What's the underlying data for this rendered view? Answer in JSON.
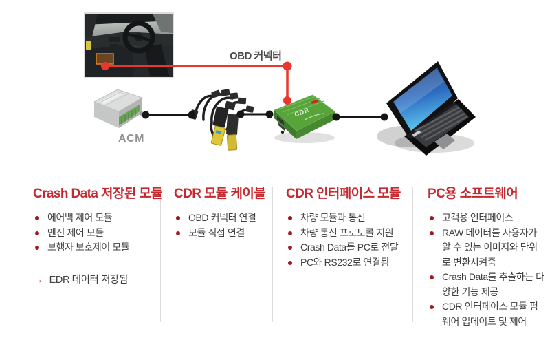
{
  "diagram": {
    "obd_label": "OBD 커넥터",
    "acm_label": "ACM",
    "module_logo": "CDR",
    "colors": {
      "accent_red": "#e8372c",
      "heading_red": "#c5282e",
      "bullet_red": "#a6171c",
      "connector_black": "#161616",
      "module_green": "#57a43a",
      "body_text": "#3f3f3f"
    }
  },
  "columns": [
    {
      "title": "Crash Data 저장된 모듈",
      "items": [
        "에어백 제어 모듈",
        "엔진 제어 모듈",
        "보행자 보호제어 모듈"
      ],
      "note_arrow": "→",
      "note": "EDR 데이터 저장됨"
    },
    {
      "title": "CDR 모듈 케이블",
      "items": [
        "OBD 커넥터 연결",
        "모듈 직접 연결"
      ]
    },
    {
      "title": "CDR 인터페이스 모듈",
      "items": [
        "차량 모듈과 통신",
        "차량 통신 프로토콜 지원",
        "Crash Data를 PC로 전달",
        "PC와 RS232로 연결됨"
      ]
    },
    {
      "title": "PC용 소프트웨어",
      "items": [
        "고객용 인터페이스",
        "RAW 데이터를 사용자가 알 수 있는 이미지와 단위로 변환시켜줌",
        "Crash Data를 추출하는 다양한 기능 제공",
        "CDR 인터페이스 모듈 펌웨어 업데이트 및 제어"
      ]
    }
  ]
}
